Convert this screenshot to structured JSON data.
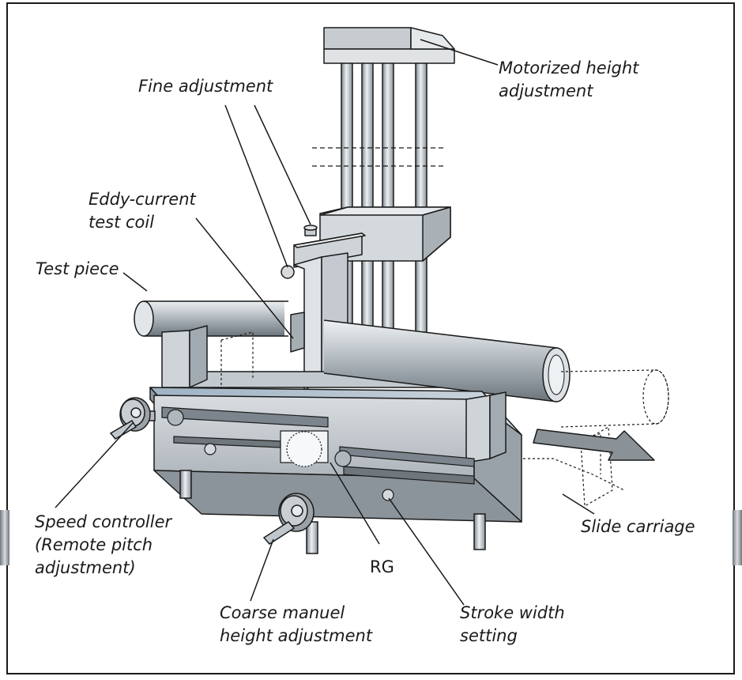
{
  "labels": {
    "motorized_line1": "Motorized height",
    "motorized_line2": "adjustment",
    "fine_adjustment": "Fine adjustment",
    "eddy_line1": "Eddy-current",
    "eddy_line2": "test coil",
    "test_piece": "Test piece",
    "speed_line1": "Speed controller",
    "speed_line2": "(Remote pitch",
    "speed_line3": "adjustment)",
    "rg": "RG",
    "coarse_line1": "Coarse manuel",
    "coarse_line2": "height adjustment",
    "stroke_line1": "Stroke width",
    "stroke_line2": "setting",
    "slide_carriage": "Slide carriage"
  },
  "icons": {
    "apparatus": "eddy-current-test-rig-illustration",
    "motion_arrow": "right-arrow"
  },
  "colors": {
    "metal_light": "#dfe3e6",
    "metal_mid": "#b9c0c6",
    "metal_dark": "#7c858d",
    "rail_dark": "#5f666c",
    "line": "#1a1a1a"
  }
}
